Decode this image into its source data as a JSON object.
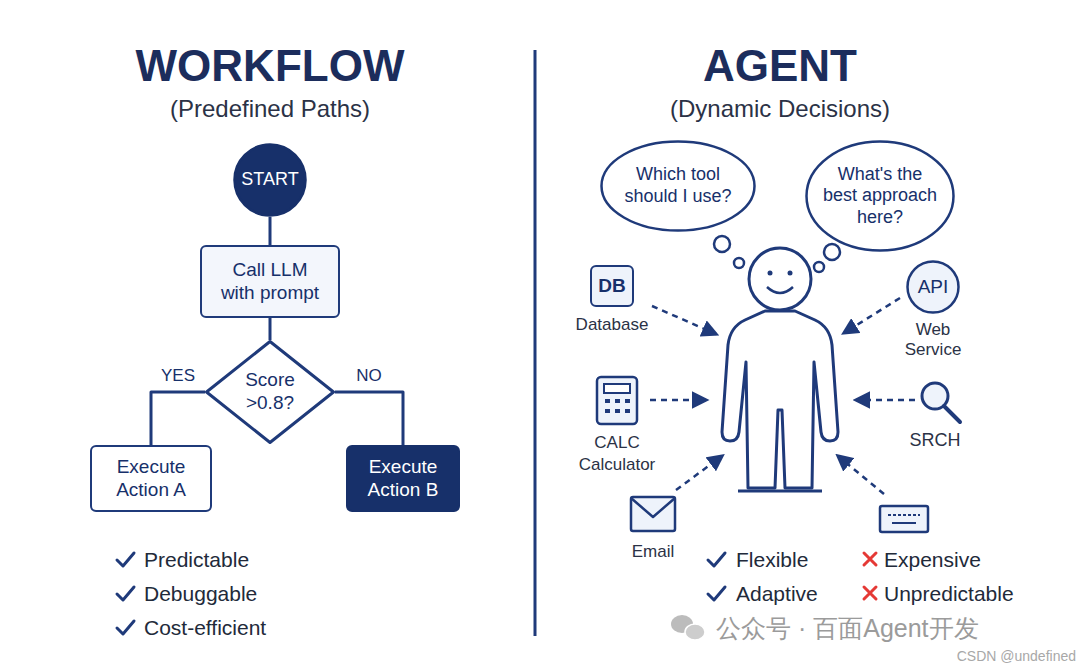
{
  "diagram": {
    "nodes": [
      {
        "text": [
          "START"
        ]
      },
      {
        "text": [
          "Call LLM with prompt"
        ]
      },
      {
        "text": [
          "Score >0.8?"
        ]
      },
      {
        "text": [
          "Execute Action A"
        ]
      },
      {
        "text": [
          "Execute Action B"
        ]
      },
      {
        "text": [
          "Which tool should I use?"
        ]
      },
      {
        "text": [
          "What's the best approach here?"
        ]
      },
      {
        "text": [
          "DB",
          "Database"
        ]
      },
      {
        "text": [
          "API",
          "Web Service"
        ]
      }
    ],
    "edges": [
      {
        "from": 0,
        "to": 1,
        "arrow": "none"
      },
      {
        "from": 1,
        "to": 2,
        "arrow": "none"
      },
      {
        "from": 2,
        "to": 3,
        "label": "YES",
        "arrow": "none"
      },
      {
        "from": 2,
        "to": 4,
        "label": "NO",
        "arrow": "none"
      }
    ],
    "labels": [
      "WORKFLOW",
      "(Predefined Paths)",
      "AGENT",
      "(Dynamic Decisions)",
      "CALC",
      "Calculator",
      "SRCH",
      "Email",
      "Predictable",
      "Debuggable",
      "Cost-efficient",
      "Flexible",
      "Adaptive",
      "Expensive",
      "Unpredictable",
      "公众号 · 百面Agent开发",
      "CSDN @undefined"
    ]
  }
}
